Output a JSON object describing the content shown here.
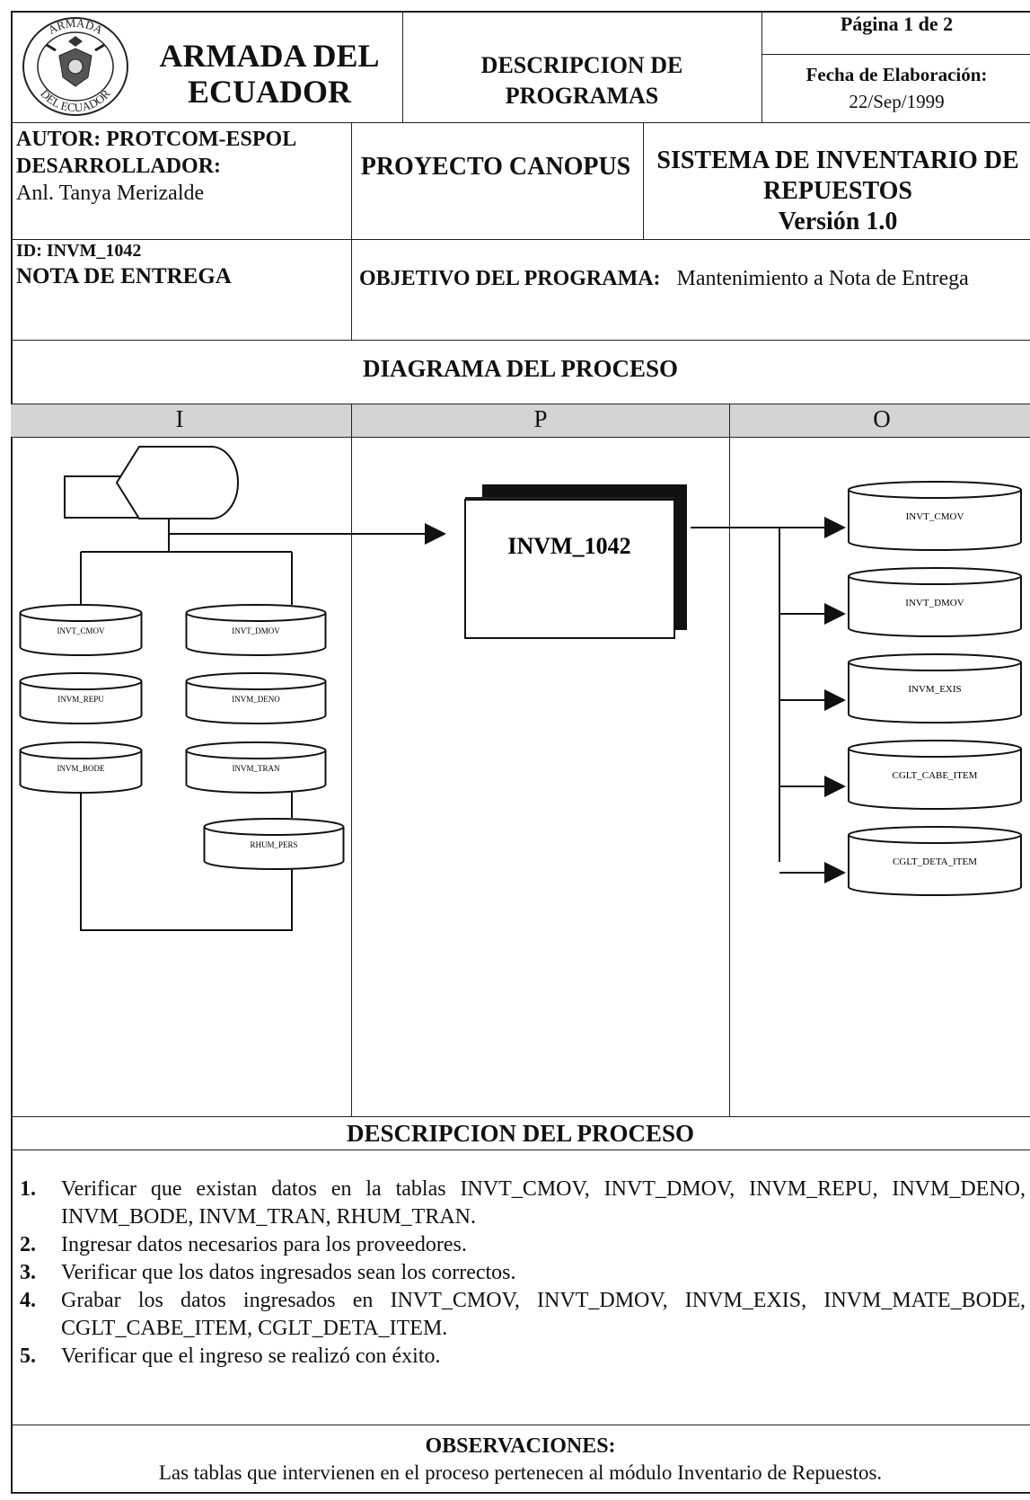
{
  "header": {
    "org_name": "ARMADA DEL ECUADOR",
    "seal_text_top": "ARMADA",
    "seal_text_bottom": "DEL ECUADOR",
    "doc_title": "DESCRIPCION DE PROGRAMAS",
    "page": "Página 1 de 2",
    "fecha_label": "Fecha de Elaboración:",
    "fecha_value": "22/Sep/1999"
  },
  "info": {
    "autor": "AUTOR: PROTCOM-ESPOL",
    "desarrollador_label": "DESARROLLADOR:",
    "desarrollador": "Anl. Tanya Merizalde",
    "proyecto": "PROYECTO CANOPUS",
    "sistema": "SISTEMA DE INVENTARIO DE REPUESTOS",
    "version": "Versión 1.0",
    "id": "ID:   INVM_1042",
    "nombre": "NOTA DE ENTREGA",
    "objetivo_label": "OBJETIVO DEL PROGRAMA:",
    "objetivo": "Mantenimiento a Nota de Entrega"
  },
  "diagram": {
    "title": "DIAGRAMA DEL PROCESO",
    "columns": [
      "I",
      "P",
      "O"
    ],
    "program": "INVM_1042",
    "inputs": [
      "INVT_CMOV",
      "INVT_DMOV",
      "INVM_REPU",
      "INVM_DENO",
      "INVM_BODE",
      "INVM_TRAN",
      "RHUM_PERS"
    ],
    "outputs": [
      "INVT_CMOV",
      "INVT_DMOV",
      "INVM_EXIS",
      "CGLT_CABE_ITEM",
      "CGLT_DETA_ITEM"
    ]
  },
  "process": {
    "title": "DESCRIPCION DEL PROCESO",
    "steps": [
      {
        "n": "1.",
        "text": "Verificar que existan datos en la tablas  INVT_CMOV, INVT_DMOV, INVM_REPU, INVM_DENO, INVM_BODE, INVM_TRAN, RHUM_TRAN."
      },
      {
        "n": "2.",
        "text": "Ingresar datos necesarios para los proveedores."
      },
      {
        "n": "3.",
        "text": "Verificar  que los datos ingresados sean los correctos."
      },
      {
        "n": "4.",
        "text": "Grabar los datos ingresados en INVT_CMOV, INVT_DMOV, INVM_EXIS, INVM_MATE_BODE, CGLT_CABE_ITEM, CGLT_DETA_ITEM."
      },
      {
        "n": "5.",
        "text": "Verificar que el ingreso se realizó con éxito."
      }
    ]
  },
  "observaciones": {
    "title": "OBSERVACIONES:",
    "text": "Las tablas que intervienen en el proceso pertenecen al módulo Inventario de Repuestos."
  }
}
